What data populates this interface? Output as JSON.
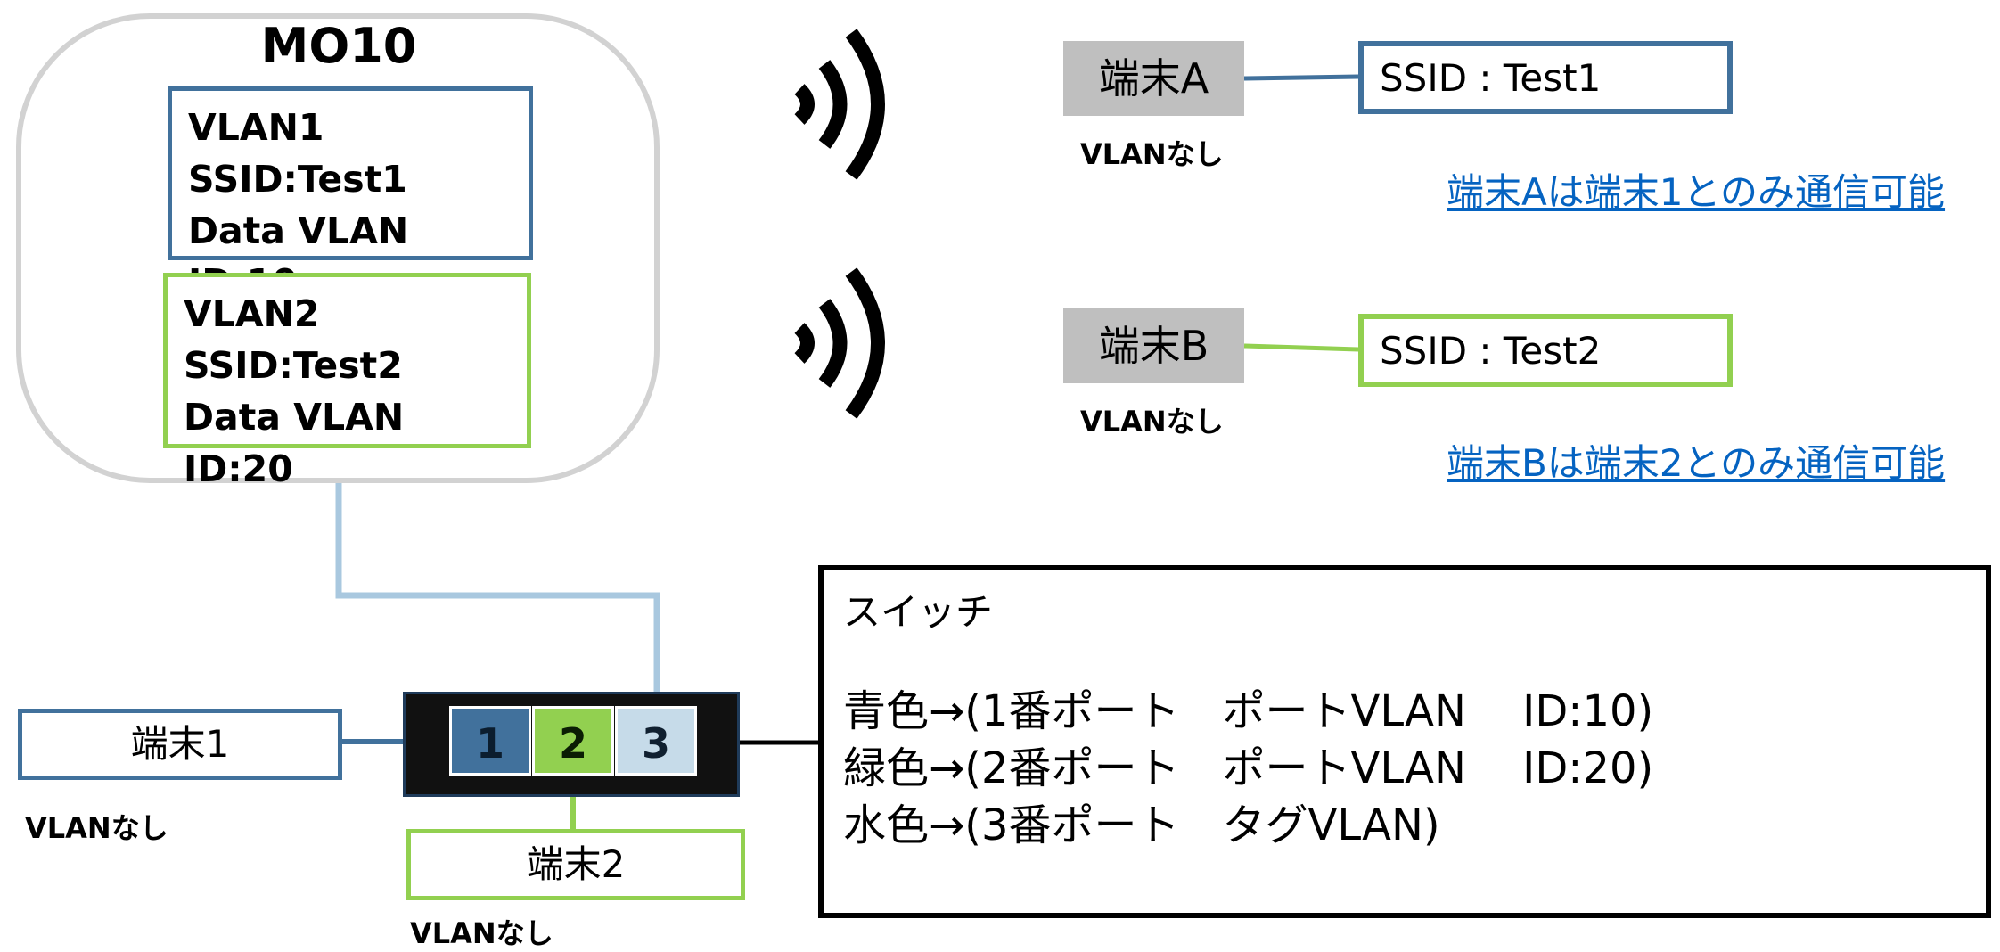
{
  "access_point": {
    "title": "MO10",
    "vlan1": {
      "line1": "VLAN1",
      "line2": "SSID:Test1",
      "line3": "Data VLAN ID:10"
    },
    "vlan2": {
      "line1": "VLAN2",
      "line2": "SSID:Test2",
      "line3": "Data VLAN ID:20"
    }
  },
  "wireless": {
    "terminal_a": {
      "label": "端末A",
      "note": "VLANなし",
      "ssid": "SSID : Test1",
      "link": "端末Aは端末1とのみ通信可能"
    },
    "terminal_b": {
      "label": "端末B",
      "note": "VLANなし",
      "ssid": "SSID : Test2",
      "link": "端末Bは端末2とのみ通信可能"
    }
  },
  "switch": {
    "ports": [
      "1",
      "2",
      "3"
    ]
  },
  "wired": {
    "terminal_1": {
      "label": "端末1",
      "note": "VLANなし"
    },
    "terminal_2": {
      "label": "端末2",
      "note": "VLANなし"
    }
  },
  "legend": {
    "title": "スイッチ",
    "lines": [
      "青色→(1番ポート　ポートVLAN　 ID:10)",
      "緑色→(2番ポート　ポートVLAN　 ID:20)",
      "水色→(3番ポート　タグVLAN)"
    ]
  },
  "colors": {
    "vlan1": "#41719c",
    "vlan2": "#92d050",
    "trunk": "#a9c8df",
    "terminal_fill": "#bfbfbf",
    "link": "#0563c1"
  }
}
